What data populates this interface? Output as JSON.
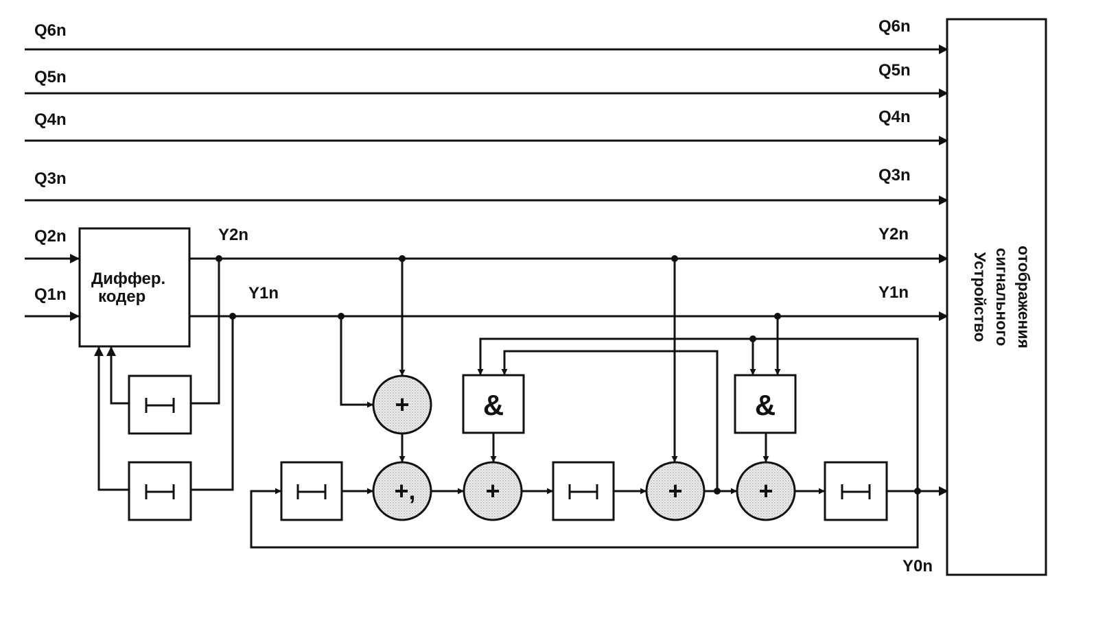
{
  "signals": {
    "q6_in": "Q6n",
    "q5_in": "Q5n",
    "q4_in": "Q4n",
    "q3_in": "Q3n",
    "q2_in": "Q2n",
    "q1_in": "Q1n",
    "q6_out": "Q6n",
    "q5_out": "Q5n",
    "q4_out": "Q4n",
    "q3_out": "Q3n",
    "y2": "Y2n",
    "y1": "Y1n",
    "y2_out": "Y2n",
    "y1_out": "Y1n",
    "y0": "Y0n"
  },
  "coder": {
    "line1": "Диффер.",
    "line2": "кодер"
  },
  "display": {
    "line1": "Устройство",
    "line2": "сигнального",
    "line3": "отображения"
  },
  "ops": {
    "adder": "+",
    "adder_marked": "+,",
    "and": "&"
  }
}
